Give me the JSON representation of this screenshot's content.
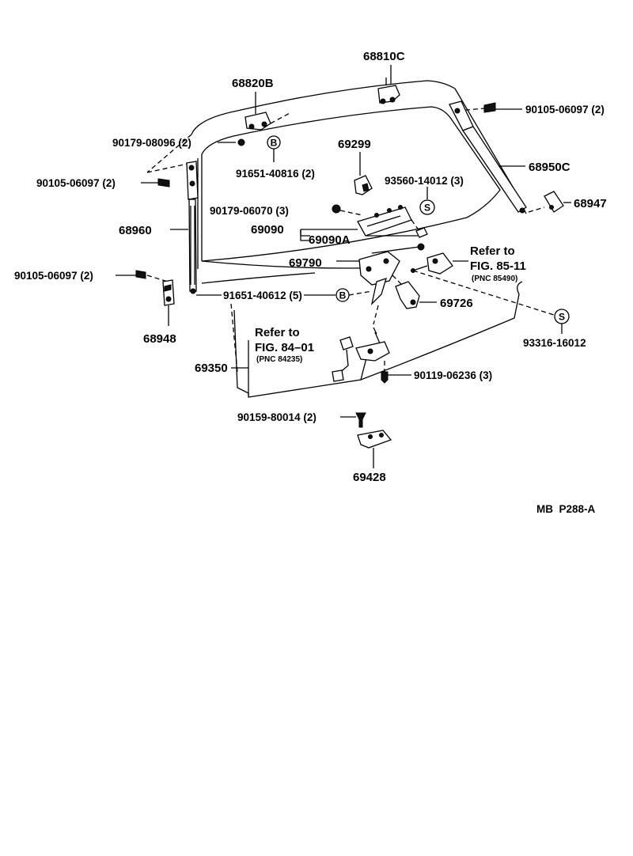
{
  "diagram": {
    "parts": {
      "p68810C": "68810C",
      "p68820B": "68820B",
      "p90105_a": "90105-06097 (2)",
      "p90179_08096": "90179-08096 (2)",
      "p91651_40816": "91651-40816 (2)",
      "p69299": "69299",
      "p68950C": "68950C",
      "p90105_b": "90105-06097 (2)",
      "p93560": "93560-14012 (3)",
      "p68947": "68947",
      "p90179_06070": "90179-06070 (3)",
      "p68960": "68960",
      "p69090": "69090",
      "p69090A": "69090A",
      "p69790": "69790",
      "p90105_c": "90105-06097 (2)",
      "p91651_40612": "91651-40612 (5)",
      "p69726": "69726",
      "p68948": "68948",
      "p93316": "93316-16012",
      "p69350": "69350",
      "p90119": "90119-06236 (3)",
      "p90159": "90159-80014 (2)",
      "p69428": "69428"
    },
    "refs": {
      "ref1_title": "Refer to",
      "ref1_fig": "FIG. 85-11",
      "ref1_pnc": "(PNC 85490)",
      "ref2_title": "Refer to",
      "ref2_fig": "FIG. 84–01",
      "ref2_pnc": "(PNC 84235)"
    },
    "symbols": {
      "b": "B",
      "s": "S"
    },
    "footer_code": "MB  P288-A"
  }
}
